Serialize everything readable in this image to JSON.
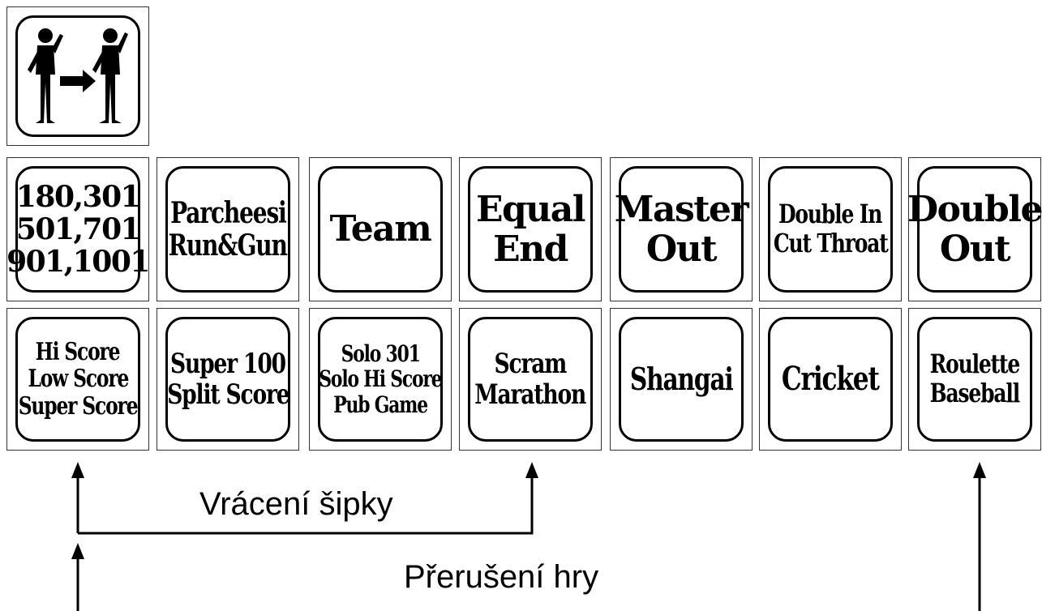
{
  "icon_tile": {
    "icon": "player-change-icon"
  },
  "row1": [
    {
      "lines": [
        "180,301",
        "501,701",
        "901,1001"
      ]
    },
    {
      "lines": [
        "Parcheesi",
        "Run&Gun"
      ]
    },
    {
      "lines": [
        "Team"
      ]
    },
    {
      "lines": [
        "Equal",
        "End"
      ]
    },
    {
      "lines": [
        "Master",
        "Out"
      ]
    },
    {
      "lines": [
        "Double In",
        "Cut Throat"
      ]
    },
    {
      "lines": [
        "Double",
        "Out"
      ]
    }
  ],
  "row2": [
    {
      "lines": [
        "Hi Score",
        "Low Score",
        "Super Score"
      ]
    },
    {
      "lines": [
        "Super 100",
        "Split Score"
      ]
    },
    {
      "lines": [
        "Solo 301",
        "Solo Hi Score",
        "Pub Game"
      ]
    },
    {
      "lines": [
        "Scram",
        "Marathon"
      ]
    },
    {
      "lines": [
        "Shangai"
      ]
    },
    {
      "lines": [
        "Cricket"
      ]
    },
    {
      "lines": [
        "Roulette",
        "Baseball"
      ]
    }
  ],
  "labels": {
    "return_darts": "Vrácení šipky",
    "game_interrupt": "Přerušení hry"
  }
}
